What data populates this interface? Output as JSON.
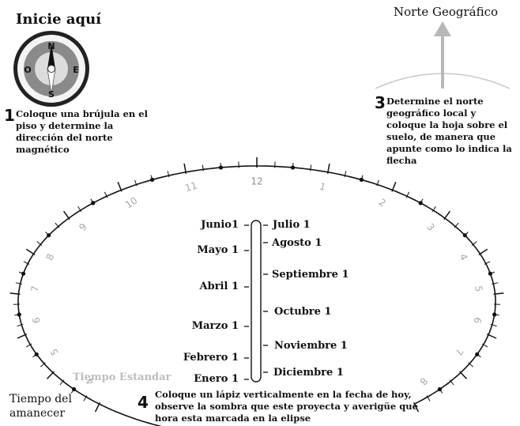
{
  "title": "Inicie aquí",
  "north_label": "Norte Geográfico",
  "compass": {
    "n": "N",
    "s": "S",
    "e": "E",
    "o": "O"
  },
  "steps": [
    {
      "number": "1",
      "text": "Coloque una brújula en el piso y determine la dirección del norte magnético"
    },
    {
      "number": "3",
      "text": "Determine el norte geográfico local y coloque la hoja sobre el suelo, de manera que apunte como lo indica la flecha"
    },
    {
      "number": "4",
      "text": "Coloque un lápiz verticalmente en la fecha de hoy, observe la sombra que este proyecta y averigüe que hora esta marcada en la elipse"
    }
  ],
  "months_left": [
    "Junio1",
    "Mayo 1",
    "Abril 1",
    "Marzo 1",
    "Febrero 1",
    "Enero 1"
  ],
  "months_right": [
    "Julio 1",
    "Agosto 1",
    "Septiembre 1",
    "Octubre 1",
    "Noviembre 1",
    "Diciembre 1"
  ],
  "hours": [
    "4",
    "5",
    "6",
    "7",
    "8",
    "9",
    "10",
    "11",
    "12",
    "1",
    "2",
    "3",
    "4",
    "5",
    "6",
    "7",
    "8"
  ],
  "tiempo_estandar": "Tiempo Estandar",
  "tiempo_amanecer": "Tiempo del amanecer"
}
